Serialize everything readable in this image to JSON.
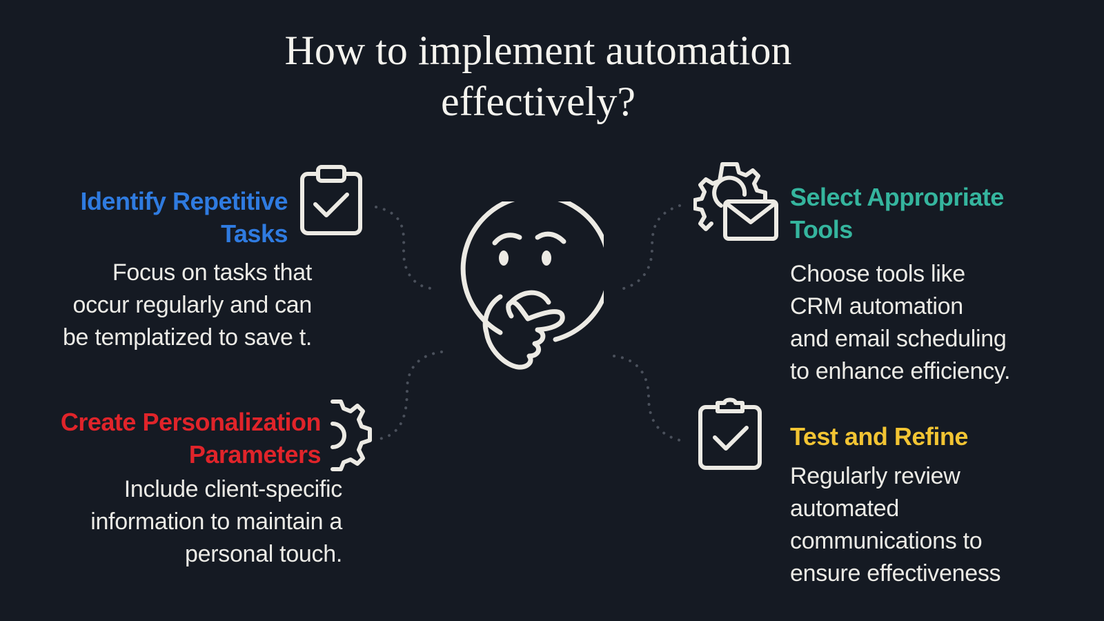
{
  "title": {
    "line1": "How to implement automation",
    "line2": "effectively?"
  },
  "steps": [
    {
      "heading": [
        "Identify Repetitive",
        "Tasks"
      ],
      "description": [
        "Focus on tasks that",
        "occur regularly and can",
        "be templatized to save t."
      ],
      "color": "#2f7be0",
      "icon": "clipboard-check-icon"
    },
    {
      "heading": [
        "Select Appropriate",
        "Tools"
      ],
      "description": [
        "Choose tools like",
        "CRM automation",
        "and email scheduling",
        "to enhance efficiency."
      ],
      "color": "#35b59e",
      "icon": "gear-envelope-icon"
    },
    {
      "heading": [
        "Create Personalization",
        "Parameters"
      ],
      "description": [
        "Include client-specific",
        "information to maintain a",
        "personal touch."
      ],
      "color": "#e0242a",
      "icon": "gear-icon"
    },
    {
      "heading": [
        "Test and Refine"
      ],
      "description": [
        "Regularly review",
        "automated",
        "communications to",
        "ensure effectiveness"
      ],
      "color": "#f2c433",
      "icon": "clipboard-check-icon"
    }
  ],
  "center_icon": "thinking-face-icon"
}
